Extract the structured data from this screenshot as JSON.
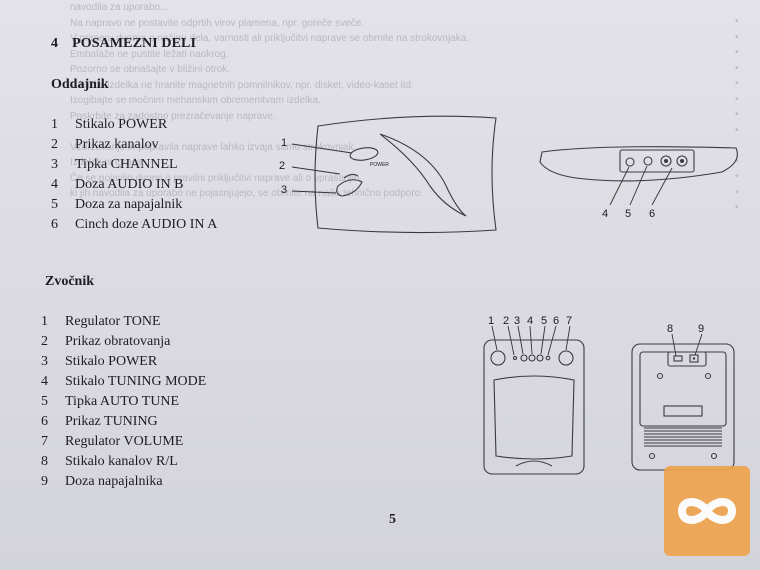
{
  "section": {
    "number": "4",
    "title": "POSAMEZNI DELI"
  },
  "transmitter": {
    "heading": "Oddajnik",
    "items": [
      {
        "num": "1",
        "label": "Stikalo POWER"
      },
      {
        "num": "2",
        "label": "Prikaz kanalov"
      },
      {
        "num": "3",
        "label": "Tipka CHANNEL"
      },
      {
        "num": "4",
        "label": "Doza AUDIO IN B"
      },
      {
        "num": "5",
        "label": "Doza za napajalnik"
      },
      {
        "num": "6",
        "label": "Cinch doze AUDIO IN A"
      }
    ],
    "callouts": [
      "1",
      "2",
      "3",
      "4",
      "5",
      "6"
    ]
  },
  "speaker": {
    "heading": "Zvočnik",
    "items": [
      {
        "num": "1",
        "label": "Regulator TONE"
      },
      {
        "num": "2",
        "label": "Prikaz obratovanja"
      },
      {
        "num": "3",
        "label": "Stikalo POWER"
      },
      {
        "num": "4",
        "label": "Stikalo TUNING MODE"
      },
      {
        "num": "5",
        "label": "Tipka AUTO TUNE"
      },
      {
        "num": "6",
        "label": "Prikaz TUNING"
      },
      {
        "num": "7",
        "label": "Regulator VOLUME"
      },
      {
        "num": "8",
        "label": "Stikalo kanalov R/L"
      },
      {
        "num": "9",
        "label": "Doza napajalnika"
      }
    ],
    "callouts": [
      "1",
      "2",
      "3",
      "4",
      "5",
      "6",
      "7",
      "8",
      "9"
    ]
  },
  "bleed_through": [
    "navodila za uporabo...",
    "Na napravo ne postavite odprtih virov plamena, npr. goreče sveče.",
    "V primeru dvoma o načinu dela, varnosti ali priključitvi naprave se obrnite na strokovnjaka.",
    "Embalaže ne pustite ležati naokrog.",
    "Pozorno se obnašajte v bližini otrok.",
    "V bližini izdelka ne hranite magnetnih pomnilnikov, npr. disket, video-kaset itd.",
    "Izogibajte se močnim mehanskim obremenitvam izdelka.",
    "Poskrbite za zadostno prezračevanje naprave.",
    "",
    "Vzdrževanje in popravila naprave lahko izvaja samo strokovnjak.",
    "Izdelek ni igrača.",
    "Če se pojavijo dvomi o pravilni priključitvi naprave ali o vprašanjih,",
    "ki jih navodila za uporabo ne pojasnjujejo, se obrnite na našo tehnično podporo."
  ],
  "page_number": "5",
  "colors": {
    "paper": "#dadae0",
    "ink": "#1c1c22",
    "bleed_ink": "#b8b8c4",
    "watermark": "#f0a44e"
  },
  "watermark_icon": "infinity-logo-icon"
}
